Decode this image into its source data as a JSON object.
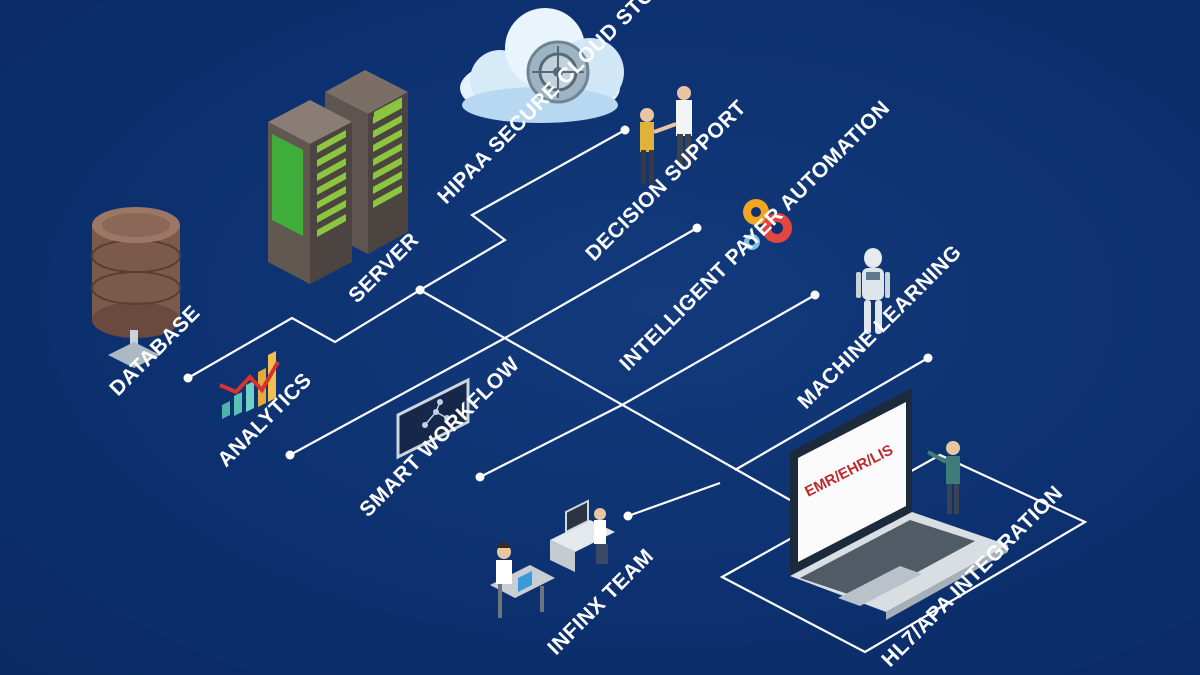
{
  "diagram": {
    "labels": {
      "hipaa": "HIPAA SECURE CLOUD STORAGE",
      "decision": "DECISION SUPPORT",
      "payer": "INTELLIGENT PAYER AUTOMATION",
      "ml": "MACHINE LEARNING",
      "hl7": "HL7/APA INTEGRATION",
      "server": "SERVER",
      "database": "DATABASE",
      "analytics": "ANALYTICS",
      "workflow": "SMART WORKFLOW",
      "team": "INFINX TEAM",
      "screen": "EMR/EHR/LIS"
    },
    "colors": {
      "background": "#0c2f6b",
      "lines": "#ffffff",
      "screen_text": "#c0292e"
    }
  }
}
